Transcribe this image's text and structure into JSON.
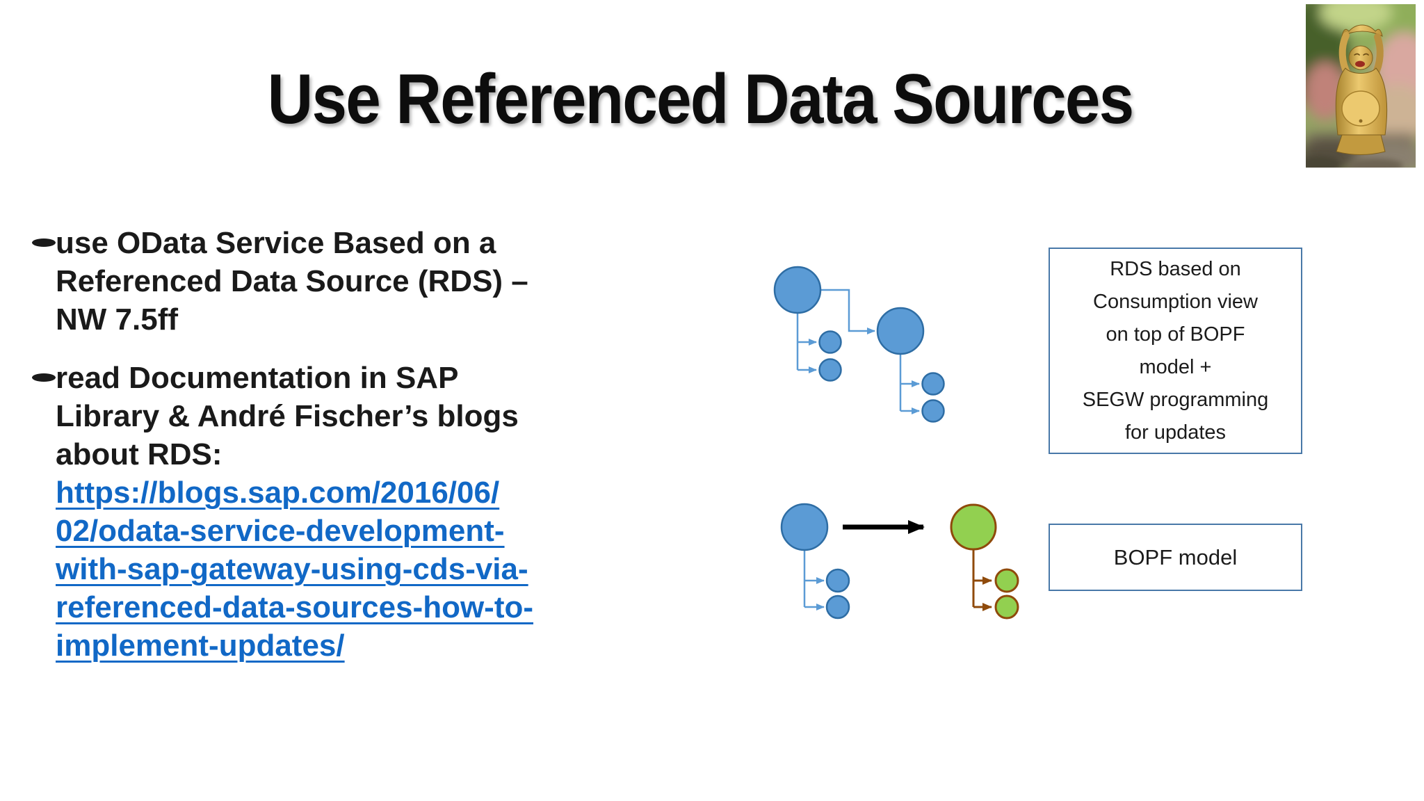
{
  "slide": {
    "title": "Use Referenced Data Sources"
  },
  "bullets": [
    {
      "lines": [
        "use OData Service Based on a",
        "Referenced Data Source (RDS) –",
        "NW 7.5ff"
      ]
    },
    {
      "lines": [
        "read Documentation in SAP",
        "Library & André Fischer’s blogs",
        "about RDS:"
      ]
    }
  ],
  "link": {
    "lines": [
      "https://blogs.sap.com/2016/06/",
      "02/odata-service-development-",
      "with-sap-gateway-using-cds-via-",
      "referenced-data-sources-how-to-",
      "implement-updates/"
    ],
    "href": "https://blogs.sap.com/2016/06/02/odata-service-development-with-sap-gateway-using-cds-via-referenced-data-sources-how-to-implement-updates/"
  },
  "callouts": {
    "rds_box_lines": [
      "RDS based on",
      "Consumption view",
      "on top of BOPF",
      "model +",
      "SEGW programming",
      "for updates"
    ],
    "bopf_box": "BOPF model"
  },
  "icons": {
    "buddha_photo": "golden-laughing-buddha-statue-photo",
    "transform_arrow": "black-right-arrow",
    "tree_nodes": "circle-tree-diagram-nodes"
  },
  "colors": {
    "link_blue": "#1168C6",
    "node_blue_fill": "#5B9BD5",
    "node_blue_stroke": "#2E6DA4",
    "node_green_fill": "#92D050",
    "node_green_stroke": "#8F4A0B",
    "box_border": "#4878A8",
    "arrow_black": "#000000",
    "text_color": "#1A1A1A"
  }
}
